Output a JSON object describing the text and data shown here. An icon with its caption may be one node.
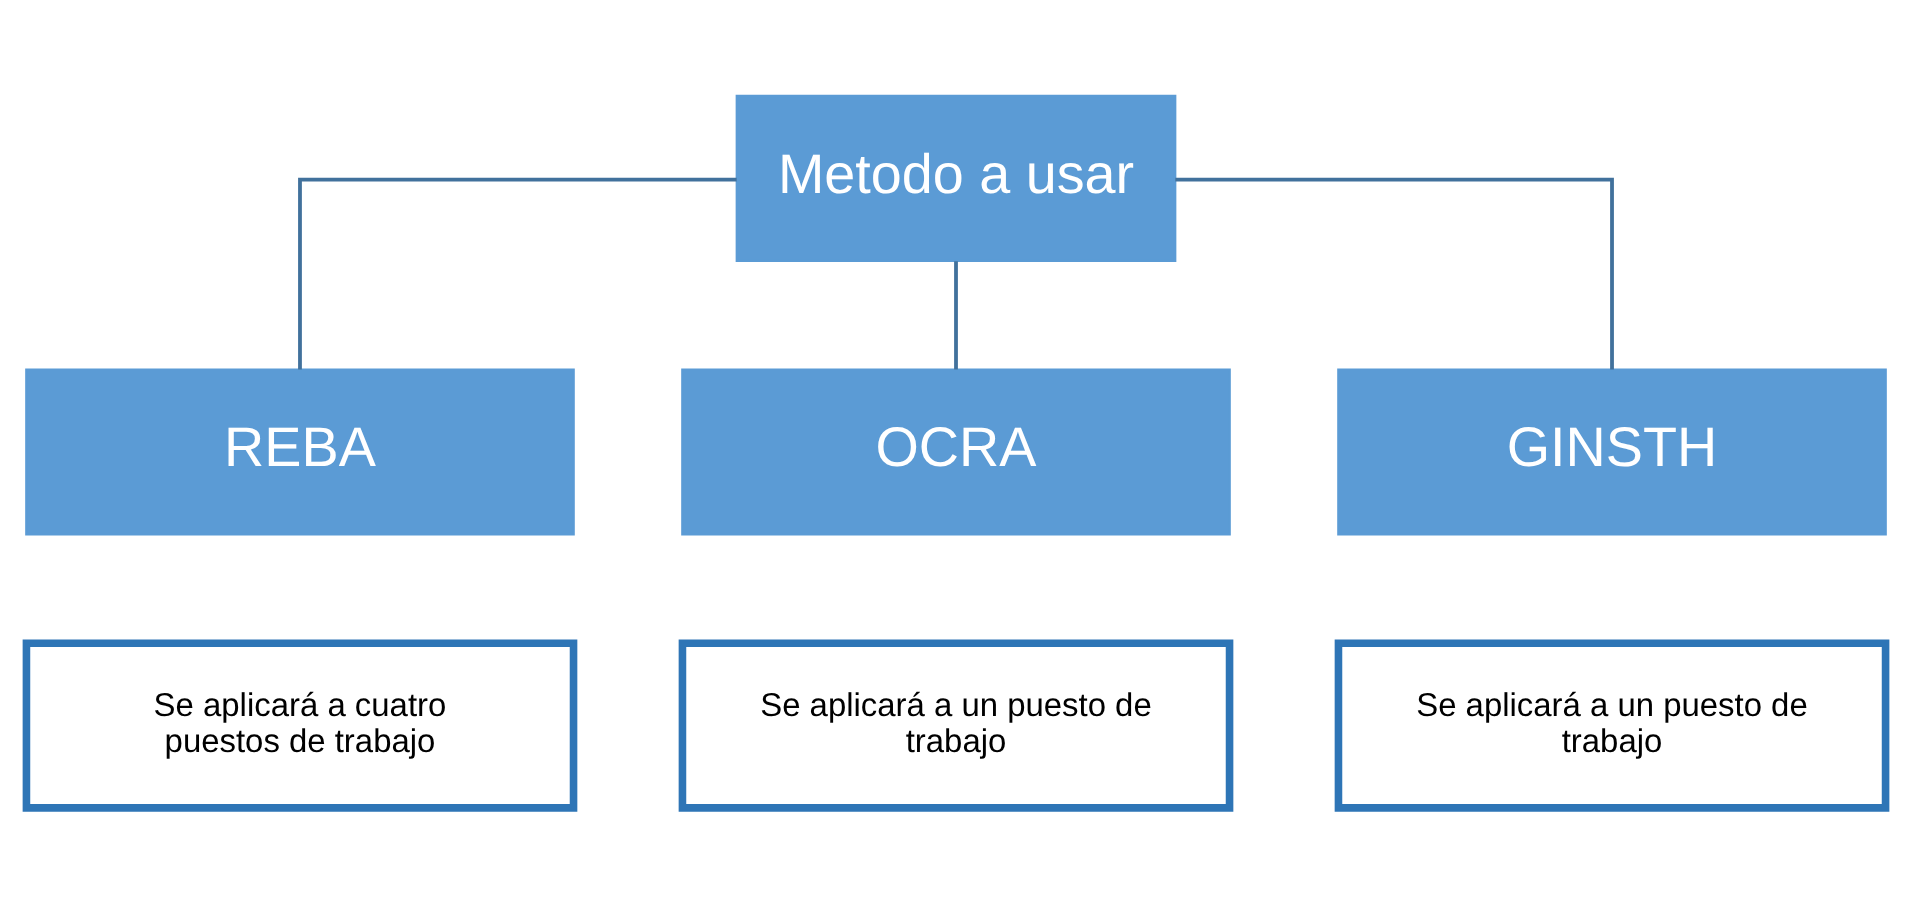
{
  "diagram": {
    "nodes": [
      {
        "text": [
          "Metodo a usar"
        ]
      },
      {
        "text": [
          "REBA"
        ]
      },
      {
        "text": [
          "OCRA"
        ]
      },
      {
        "text": [
          "GINSTH"
        ]
      },
      {
        "text": [
          "Se aplicará a cuatro puestos de trabajo"
        ]
      },
      {
        "text": [
          "Se aplicará a un puesto de trabajo"
        ]
      },
      {
        "text": [
          "Se aplicará a un puesto de trabajo"
        ]
      }
    ],
    "edges": [
      {
        "from": 0,
        "to": 1,
        "arrow": "none"
      },
      {
        "from": 0,
        "to": 2,
        "arrow": "none"
      },
      {
        "from": 0,
        "to": 3,
        "arrow": "none"
      }
    ]
  }
}
